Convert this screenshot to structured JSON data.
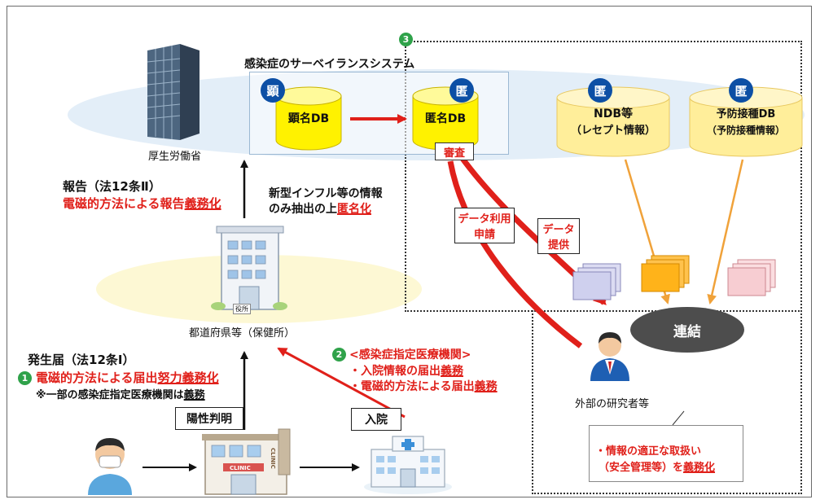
{
  "surveillance_title": "感染症のサーベイランスシステム",
  "badge_named": "顕",
  "badge_anon": "匿",
  "db": {
    "named": "顕名DB",
    "anonymous": "匿名DB",
    "ndb_line1": "NDB等",
    "ndb_line2": "（レセプト情報）",
    "vacc_line1": "予防接種DB",
    "vacc_line2": "（予防接種情報）"
  },
  "mhlw": "厚生労働省",
  "prefecture": "都道府県等（保健所）",
  "report": {
    "title": "報告（法12条Ⅱ）",
    "pre": "電磁的方法による報告",
    "emph": "義務化"
  },
  "anon_note": {
    "line1": "新型インフル等の情報",
    "line2_pre": "のみ抽出の上",
    "line2_emph": "匿名化"
  },
  "review": "審査",
  "data_request": {
    "line1": "データ利用",
    "line2": "申請"
  },
  "data_provide": {
    "line1": "データ",
    "line2": "提供"
  },
  "link": "連結",
  "researcher": "外部の研究者等",
  "researcher_note": {
    "line1": "・情報の適正な取扱い",
    "line2_pre": "（安全管理等）を",
    "line2_emph": "義務化"
  },
  "occurrence": {
    "title": "発生届（法12条Ⅰ）",
    "num": "1",
    "line1_pre": "電磁的方法による届出",
    "line1_emph": "努力義務化",
    "line2_pre": "※一部の感染症指定医療機関は",
    "line2_emph": "義務"
  },
  "designated": {
    "num": "2",
    "title": "<感染症指定医療機関>",
    "item1_pre": "・入院情報の届出",
    "item1_emph": "義務",
    "item2_pre": "・電磁的方法による届出",
    "item2_emph": "義務"
  },
  "num3": "3",
  "positive": "陽性判明",
  "admission": "入院",
  "clinic_sign": "CLINIC",
  "clinic_sign_v": "CLINIC",
  "office_sign": "役所"
}
